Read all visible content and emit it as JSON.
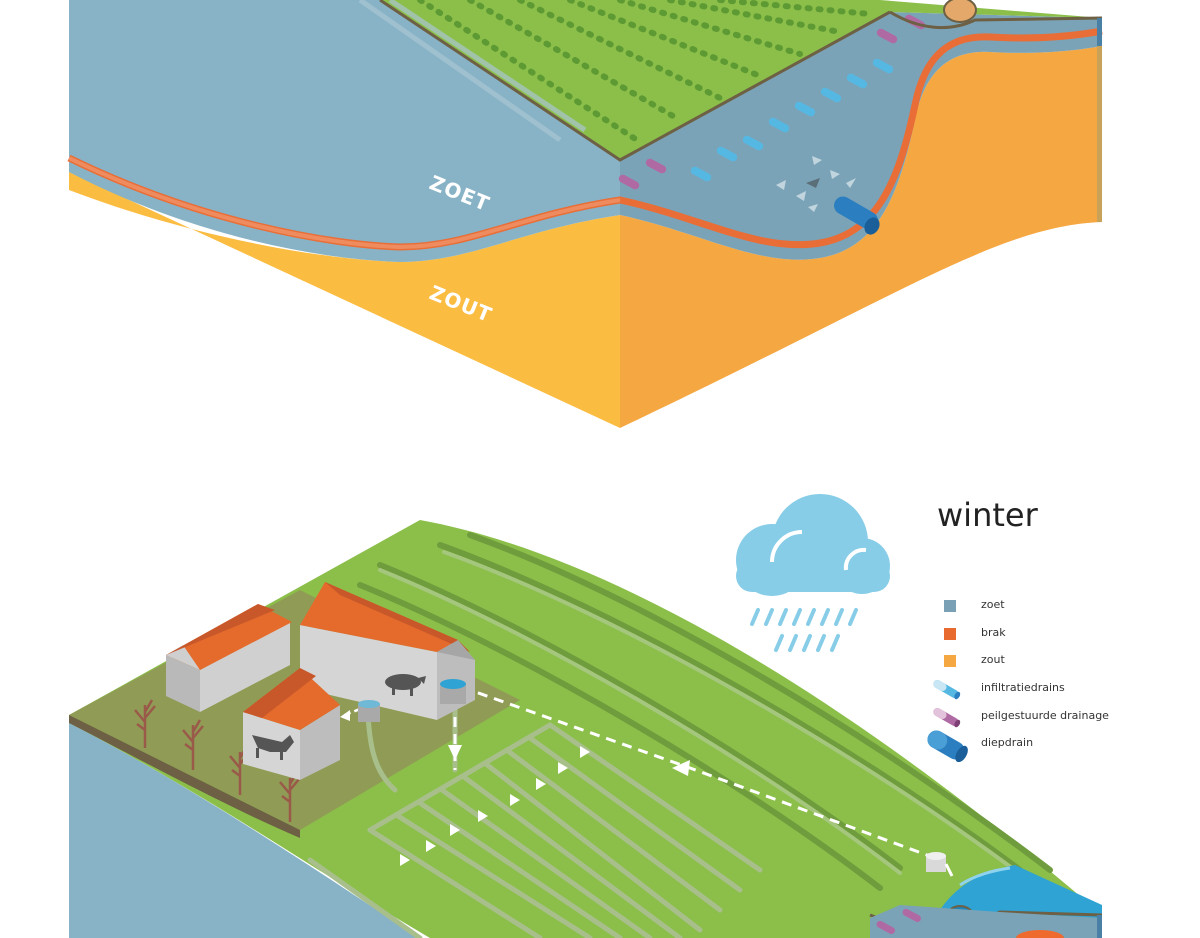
{
  "top_section": {
    "fresh_label": "ZOET",
    "salt_label": "ZOUT"
  },
  "bottom_section": {
    "season_title": "winter",
    "weather_icon": "rain-cloud-icon"
  },
  "legend": {
    "items": [
      {
        "label": "zoet",
        "kind": "swatch",
        "color": "#7aa0b5"
      },
      {
        "label": "brak",
        "kind": "swatch",
        "color": "#e86a2e"
      },
      {
        "label": "zout",
        "kind": "swatch",
        "color": "#f5a742"
      },
      {
        "label": "infiltratiedrains",
        "kind": "pipe",
        "icon": "infiltration-drain-icon",
        "color": "#55b8e3"
      },
      {
        "label": "peilgestuurde drainage",
        "kind": "pipe",
        "icon": "controlled-drainage-icon",
        "color": "#b06aa3"
      },
      {
        "label": "diepdrain",
        "kind": "pipe-large",
        "icon": "deep-drain-icon",
        "color": "#2b7fc0"
      }
    ]
  },
  "colors": {
    "fresh": "#88b3c6",
    "brackish": "#ee6a2f",
    "salt": "#fbbc42",
    "salt_shade": "#f5a742",
    "grass": "#8bbf4a",
    "grass_dark": "#6f9c3c",
    "farmyard": "#909c55",
    "roof": "#e46b2c",
    "wall": "#c9c9c9",
    "cloud": "#87cde8",
    "water": "#2fa3d4"
  }
}
